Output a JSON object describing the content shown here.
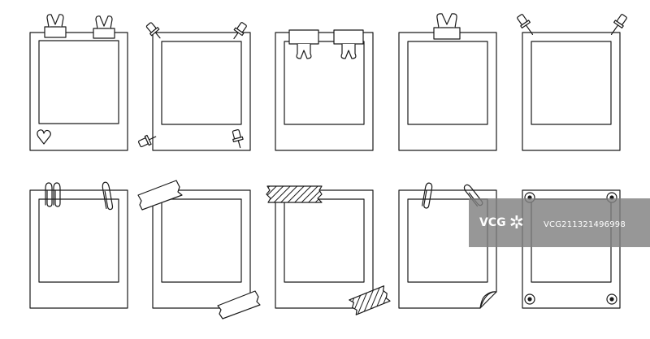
{
  "watermark": {
    "logo_text": "VCG",
    "id_text": "VCG211321496998",
    "logo_icon": "swirl-icon"
  },
  "colors": {
    "outline": "#1a1a1a",
    "fill": "#ffffff",
    "watermark_band": "#808080"
  },
  "frames": [
    {
      "name": "frame-binder-clips-heart",
      "decor": [
        "binder-clip",
        "binder-clip",
        "heart"
      ]
    },
    {
      "name": "frame-push-pins-corners",
      "decor": [
        "push-pin",
        "push-pin",
        "push-pin",
        "push-pin"
      ]
    },
    {
      "name": "frame-large-binder-clips",
      "decor": [
        "binder-clip",
        "binder-clip"
      ]
    },
    {
      "name": "frame-single-binder-clip",
      "decor": [
        "binder-clip"
      ]
    },
    {
      "name": "frame-top-push-pins",
      "decor": [
        "push-pin",
        "push-pin"
      ]
    },
    {
      "name": "frame-paper-clips",
      "decor": [
        "paper-clip",
        "paper-clip",
        "paper-clip"
      ]
    },
    {
      "name": "frame-plain-tape",
      "decor": [
        "tape",
        "tape"
      ]
    },
    {
      "name": "frame-striped-tape",
      "decor": [
        "striped-tape",
        "striped-tape"
      ]
    },
    {
      "name": "frame-paper-clips-curled-corner",
      "decor": [
        "paper-clip",
        "paper-clip",
        "curled-corner"
      ]
    },
    {
      "name": "frame-corner-rivets",
      "decor": [
        "rivet",
        "rivet",
        "rivet",
        "rivet"
      ]
    }
  ]
}
